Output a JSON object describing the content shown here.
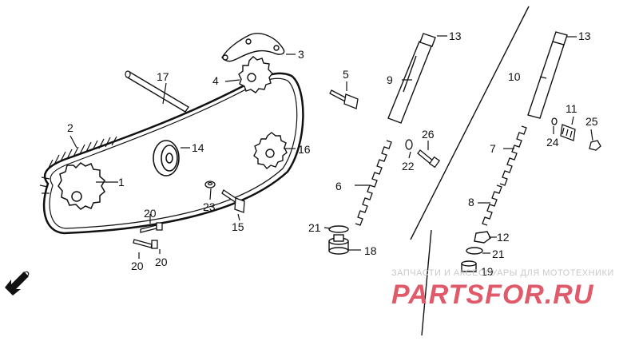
{
  "diagram": {
    "callouts": {
      "c1": "1",
      "c2": "2",
      "c3": "3",
      "c4": "4",
      "c5": "5",
      "c6": "6",
      "c7": "7",
      "c8": "8",
      "c9": "9",
      "c10": "10",
      "c11": "11",
      "c12": "12",
      "c13a": "13",
      "c13b": "13",
      "c14": "14",
      "c15": "15",
      "c16": "16",
      "c17": "17",
      "c18": "18",
      "c19": "19",
      "c20a": "20",
      "c20b": "20",
      "c20c": "20",
      "c21a": "21",
      "c21b": "21",
      "c22": "22",
      "c23": "23",
      "c24": "24",
      "c25": "25",
      "c26": "26"
    },
    "fwd_label": "FWD"
  },
  "watermark": {
    "small_text": "ЗАПЧАСТИ И АКСЕССУАРЫ ДЛЯ МОТОТЕХНИКИ",
    "big_text": "PARTSFOR.RU"
  },
  "colors": {
    "ink": "#111111",
    "watermark_red": "#e05a6a",
    "watermark_gray": "#c9c9c9"
  }
}
